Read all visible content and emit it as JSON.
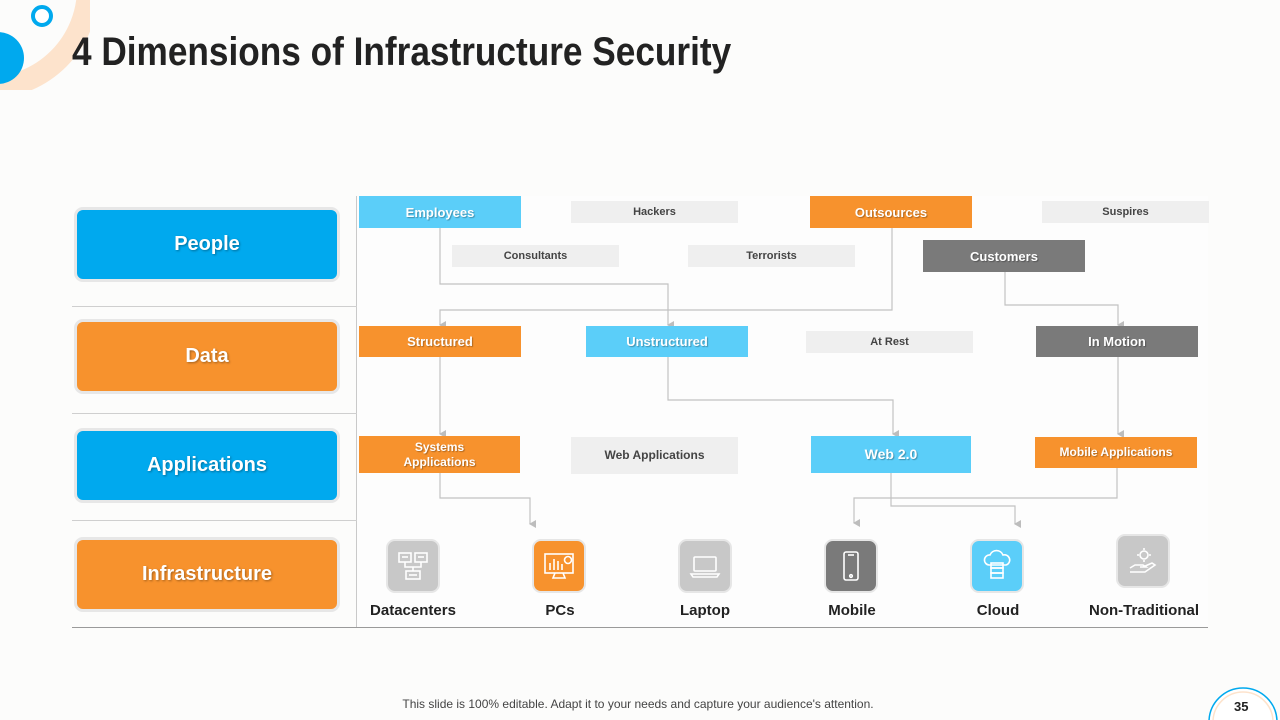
{
  "title": "4 Dimensions of Infrastructure Security",
  "colors": {
    "blue": "#00a9ee",
    "light_blue": "#5bcef9",
    "orange": "#f7922d",
    "gray": "#7a7a7a",
    "light_gray": "#efefef"
  },
  "categories": [
    {
      "label": "People",
      "color": "#00a9ee"
    },
    {
      "label": "Data",
      "color": "#f7922d"
    },
    {
      "label": "Applications",
      "color": "#00a9ee"
    },
    {
      "label": "Infrastructure",
      "color": "#f7922d"
    }
  ],
  "people": {
    "employees": "Employees",
    "hackers": "Hackers",
    "outsources": "Outsources",
    "suspires": "Suspires",
    "consultants": "Consultants",
    "terrorists": "Terrorists",
    "customers": "Customers"
  },
  "data": {
    "structured": "Structured",
    "unstructured": "Unstructured",
    "at_rest": "At Rest",
    "in_motion": "In Motion"
  },
  "applications": {
    "systems_line1": "Systems",
    "systems_line2": "Applications",
    "web_applications": "Web Applications",
    "web20": "Web 2.0",
    "mobile_applications": "Mobile Applications"
  },
  "devices": [
    {
      "label": "Datacenters",
      "icon": "datacenter-icon",
      "color": "#c8c8c8"
    },
    {
      "label": "PCs",
      "icon": "pc-chart-icon",
      "color": "#f7922d"
    },
    {
      "label": "Laptop",
      "icon": "laptop-icon",
      "color": "#c8c8c8"
    },
    {
      "label": "Mobile",
      "icon": "mobile-phone-icon",
      "color": "#7a7a7a"
    },
    {
      "label": "Cloud",
      "icon": "cloud-server-icon",
      "color": "#5bcef9"
    },
    {
      "label": "Non-Traditional",
      "icon": "hand-gear-icon",
      "color": "#c8c8c8"
    }
  ],
  "footer": "This slide is 100% editable. Adapt it to your needs and capture your audience's attention.",
  "page_number": "35"
}
